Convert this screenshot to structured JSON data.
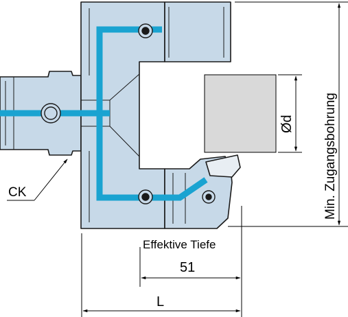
{
  "drawing": {
    "label_ck": "CK",
    "label_effective_depth": "Effektive Tiefe",
    "value_effective_depth": "51",
    "label_length": "L",
    "label_bore_diameter": "Ød",
    "label_min_access_bore": "Min. Zugangsbohrung"
  },
  "colors": {
    "body_fill": "#c7d9e8",
    "body_stroke": "#1a1a1a",
    "coolant_channel": "#1aa3d1",
    "workpiece_fill": "#d9d9d9",
    "dimension_line": "#000000"
  }
}
